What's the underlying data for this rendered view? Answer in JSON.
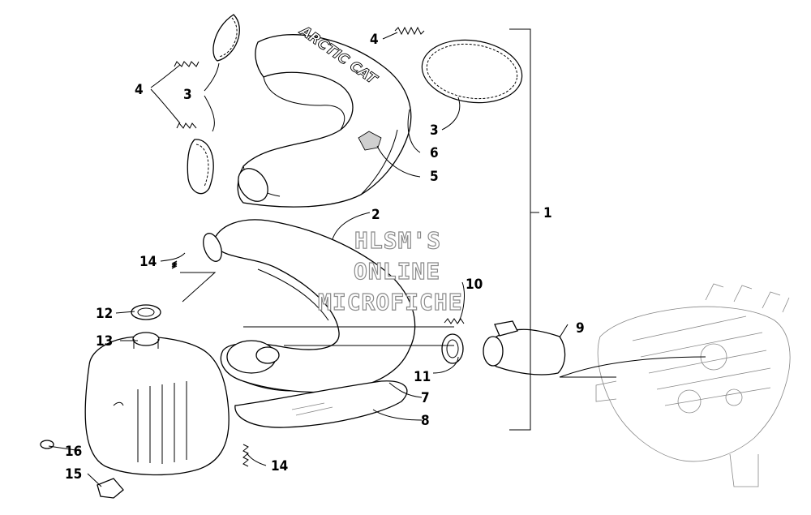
{
  "callouts": {
    "c1": "1",
    "c2": "2",
    "c3a": "3",
    "c3b": "3",
    "c4a": "4",
    "c4b": "4",
    "c5": "5",
    "c6": "6",
    "c7": "7",
    "c8": "8",
    "c9": "9",
    "c10": "10",
    "c11": "11",
    "c12": "12",
    "c13": "13",
    "c14a": "14",
    "c14b": "14",
    "c15": "15",
    "c16": "16"
  },
  "watermark": {
    "line1": "HLSM'S",
    "line2": "ONLINE",
    "line3": "MICROFICHE"
  },
  "heat_shield_logo": "ARCTIC CAT"
}
